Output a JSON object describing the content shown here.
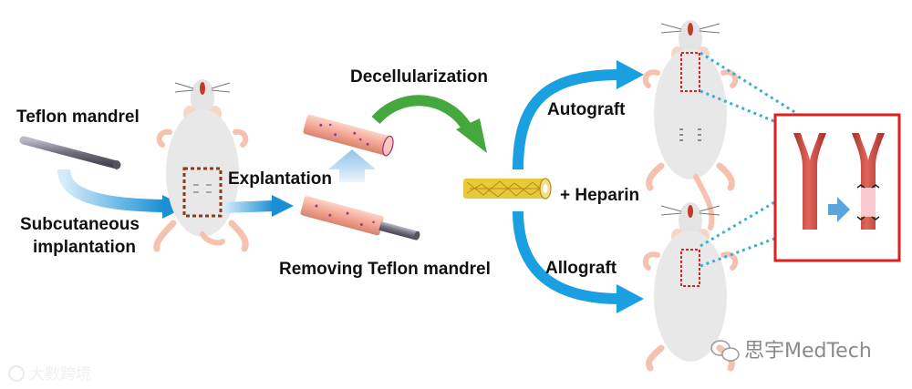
{
  "labels": {
    "teflon_mandrel": "Teflon mandrel",
    "subcutaneous_1": "Subcutaneous",
    "subcutaneous_2": "implantation",
    "explantation": "Explantation",
    "decellularization": "Decellularization",
    "removing": "Removing Teflon mandrel",
    "autograft": "Autograft",
    "allograft": "Allograft",
    "heparin": "+ Heparin"
  },
  "watermarks": {
    "left": "大數跨境",
    "right": "思宇MedTech"
  },
  "icons": [
    "rat-icon",
    "teflon-rod-icon",
    "tissue-tube-icon",
    "scaffold-icon",
    "artery-icon",
    "sutured-artery-icon",
    "wechat-logo-icon"
  ],
  "colors": {
    "blue_arrow": "#1a9fe0",
    "green_arrow": "#45a83c",
    "frame_red": "#e02020",
    "dotted_blue": "#3aaed8",
    "tissue_pink": "#f4a796",
    "scaffold_yellow": "#e8c93a",
    "artery_red": "#c9443b"
  }
}
